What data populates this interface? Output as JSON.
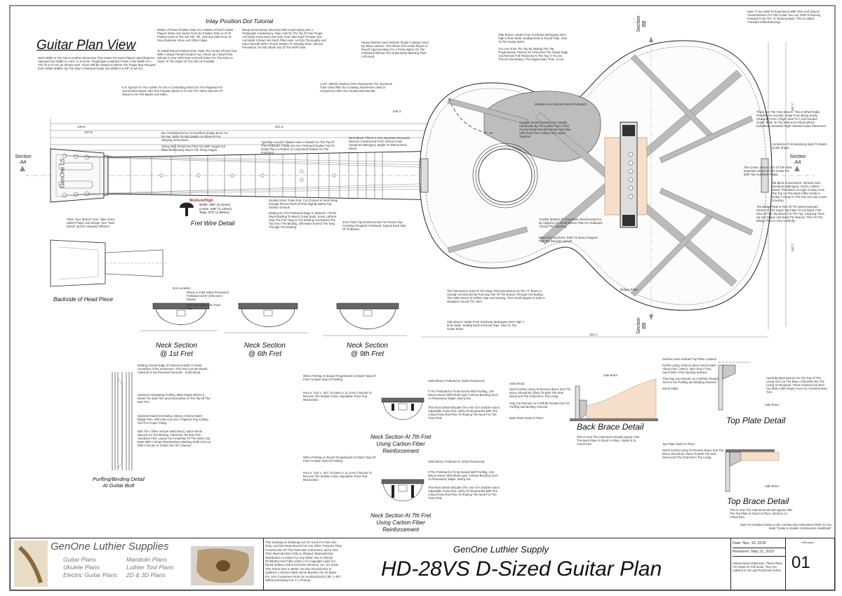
{
  "titles": {
    "plan_view": "Guitar Plan View",
    "inlay_tutorial": "Inlay Position Dot Tutorial",
    "fret_wire": "Fret Wire Detail",
    "backside_head": "Backside of Head Piece",
    "neck_1": "Neck Section",
    "neck_1b": "@ 1st Fret",
    "neck_6": "Neck Section",
    "neck_6b": "@ 6th Fret",
    "neck_9": "Neck Section",
    "neck_9b": "@ 9th Fret",
    "purfling": "Purfling/Binding Detail",
    "purfling_b": "At Guitar Butt",
    "neck_7a": "Neck Section At 7th Fret",
    "neck_7a_b": "Using Carbon Fiber",
    "neck_7a_c": "Reinforcement",
    "neck_7b": "Neck Section At 7th Fret",
    "neck_7b_b": "Using Carbon Fiber",
    "neck_7b_c": "Reinforcement",
    "back_brace": "Back Brace Detail",
    "top_plate": "Top Plate Detail",
    "top_brace": "Top Brace Detail"
  },
  "sections": {
    "aa_left": "Section AA",
    "aa_right": "Section AA",
    "bb_top": "Section BB",
    "bb_bottom": "Section BB"
  },
  "fret_wire": {
    "label": "Medium/High",
    "width": "Width .095\" (2.41mm)",
    "crown": "Crown .045\" (1.14mm)",
    "tang": "Tang .073\" (1.85mm)"
  },
  "dims": {
    "d1": "324.1",
    "d2": "187.7",
    "d3": "197.7",
    "d4": "645.2",
    "d5": "321.6",
    "d6": "139.5",
    "d7": "167.8"
  },
  "labels": {
    "headstock_brand": "GenOne LS",
    "bridge_plate": "Bridge Plate",
    "nut_location": "Nut Location"
  },
  "title_block": {
    "company": "GenOne Luthier Supplies",
    "links_left": [
      "Guitar Plans",
      "Ukulele Plans",
      "Electric Guitar Plans"
    ],
    "links_right": [
      "Mandolin Plans",
      "Luthier Tool Plans",
      "2D & 3D Plans"
    ],
    "notice": "This Drawing or Drawings Are To Used For One Use Only, And Not Reproduced For Any Other Purpose Than Construction Of The Particular Instrument, and a One Time Reproduction Only is Allowed. Reproduction, Distribution or Sales For Any Other Use Is Strictly Prohibited And Falls Under U.S Copyright Laws For David Veilleux Aldi & GenOne Services, Inc. (C) 2018. This Sheet Size Is Metric A0 Size Overall Size Is 1189mm x 841mm With 10mm Borders On All Sides. For USA Customers Print On Architectural E (36\" x 48\") Without Resizing For 1:1 Printout.",
    "supply": "GenOne Luthier Supply",
    "plan_name": "HD-28VS D-Sized Guitar Plan",
    "date": "Date: Nov. 15, 2018",
    "revisions": "Revisions: May 31, 2019",
    "unless": "Unless Noted Otherwise, These Plans Are Drawn to Full Scale, They Are Labeled in mm and Fractional Inches.",
    "sheet_no": "01",
    "author_tag": "HdDrsplan"
  },
  "notes": {
    "n_nut": "Neck Width At The Nut Is Another Dimension That Varies Per Each Players Specifications. Standard Nut Width Is 1-3/4\" or 44.4mm. Fingerstyle Guitarist's Prefer A Nut Width Of 1-7/8\" Or 47.6 mm as Shown Here. There Will Be Instances Where The Player May Request Even Wider Widths. By The Way A Classical Guitar Nut Width Is 2-1/8\" or 54 mm.",
    "n_peghead": "It Is Typical For The Luthier To Use A Contrasting Wood On The Peghead For Some Extra Detail. Also One Popular Option Is To Use The Same Species Of Wood As On The Backs And Sides.",
    "n_ivory": "Re-Constituted Ivory Or Excellent Quality Bone For the Nut. Refer To Nut Details on Sheet #4 For Shaping Dimensions.",
    "n_string": "String Slots Should Be Filed Out With Gaged Nut Files To Precisely Match The String Gages.",
    "n_inlay1": "Mother Of Pearl Position Dots Are A Matter Of Each Guitar Players Taste And Varies From No Position Dots At All To Position Dots At The 3rd, 5th, 7th, 12th and 15th Frets To Very Elaborate Vines And Other Inlays.",
    "n_inlay2": "To Install Round Position Dots, Mark The Center Of Each Dot With A Sharp Pointed Scratch Awl. Chuck Up A Brad Point Drill Bit In Your Drill Press And Drill Holes For The Dots As Close To The Depth Of The Dot As Possible.",
    "n_inlay3": "Mixup Some Epoxy Saw Dust With 5-part Epoxy Into A Toothpaste Consistency. Take A Bit On The Tip Of Your Finger And Work It Into Each Dot Hole. Now Take Each Position Dot And Work It Down Into Each Filled Hole. Let Dry Thoroughly And Sand Smooth With A Power Sander Or Sanding Stick. Special Precaution: Do Not Inhale Any Of The MOP Dust.",
    "n_radius": "1-1/2\" (38mm) Radius Circle Represents The Aluminum Tube Used With Our Cutaway Attachment Used In Conjunction With Our Heated Side Bender.",
    "n_dashed": "Heavy Dashed Lines Indicate Single Cutaway Used By Many Luthiers. This Allows The Guitar Player To Reach Approximately 3 to 4 Frets Higher On The Fretboard Without The Guitar Body Blocking Their Left Hand.",
    "n_side_braces": "Side Braces: Made From Honduras Mahogany 9mm High x 9mm Wide. Scallop Ends & Round Tops. Glue To The Guitar Sides.",
    "n_voice": "You Can Tune The Top By Making The Top Progressively Thinner As It Reaches The Guitar Edge And Remain Full Thickness At The Top. If You Do This Do Not Reduce The Edges More Than .5 mm.",
    "n_experiment": "Note: If You Wish To Experiment With Tone And Volume Characteristics For This Guitar You Can Shift All Bracing Forward From The \"X\" Bracing Back. This Is Called \"Forward Shifted Bracing\"",
    "n_tone": "These Are The Tone Braces. This Is What Really Prohibits An Acoustic Guitar From Being Easily Changed From A Right Hand To A Left-Handed Guitar. Refer To The Reference Photo Which Indicates a Standard Right Handed Guitar Placement.",
    "n_rosette": "Acoustic Guitar Rosettes Are Usually Handmade By The Luthier From Thick Around Small Wooden Drums And Glue With Push Pins Holding The Layers Together.",
    "n_pickguard": "Shaded Area Indicates Wood Pickguard",
    "n_neckblock": "Neck Block: This Is A Very Important Structural Element Constructed From Vertical Grain Honduras Mahogany, Maple Or Walnut Neck Wood.",
    "n_trussrod": "Double Action Truss Rod. Cut Channel In Neck Deep Enough Placed Flush Of Rod Slightly Below Top Surface of Neck.",
    "n_binding": "Binding On The Fretboard Edge Is Optional. I Prefer Wood Binding To Match Guitar Body. Some Luthiers Stop The Fret Tang At The Binding And Extend The Top Over The Binding, Otherwise Extend The Tang Through The Binding.",
    "n_radius_fb": "Typically Acoustic Guitars Have A Radius On The Top Of The Fretboard. Check Out Our Fretboard Radius Tool To Easily Place a Radius or Compound Radius On The Fretboard.",
    "n_3mm": "3mm Thick Top Reinforcement To Prevent Top Cracking Alongside Fretboard. Typical Each Side Of Fretboard.",
    "n_sound": "Another Method Of Soundhole Reinforcement Is By Applying (2) Small Braces That Are Scalloped Around The Opening.",
    "n_brace_key": "Brace Key Numbers: Refer To Brace Diagram Plan For Bracing Layouts",
    "n_bridge": "The Bridge Plate Is One Of The Most Important Pieces Of The Guitar Top Plate To Get Right. First Glue All The Top Braces To The Top, Cleaning Them Up And Shape And Sand The Braces. Then Fit The Bridge Plate In Very Carefully.",
    "n_xbrace": "The Intersection Joint Of The Major Structural Braces at The \"X\" Brace Is Usually Constructed By Running One Of The Braces Through And Butting The Other Brace On Either Side And Glueing. Then Cloth Dipped In Glue Is Wrapped Around The Joint.",
    "n_side_braces2": "Side Braces: Made From Honduras Mahogany 9mm High x 9mm Wide. Scallop Ends & Round Tops. Glue To The Guitar Sides.",
    "n_centerjoint": "Centerline Of All Backbody Back To Match Guitar Shape.",
    "n_tailblock": "Tail Block Is Butt Block. Vertical Grain Honduras Mahogany. Some Luthiers Shave This Block Or Angle It Away From The Top As This Block Often Grabs A Guitar A Hump In The Top And Can Cause Cracking.",
    "n_endgraft": "The Center Joint Is One Of The Most Important Joints On The Guitar For Both Top And Back Plates.",
    "n_headbrand": "Place Your \"Brand\" Here. Take Some Sketch Paper and Design Your \"Own Brand\" and be Uniquely Different",
    "n_ebony": "Ebony or East Indian Rosewood Fretboard w/16\" (406.4mm) Radius",
    "n_twoway": "Two-way Adjustable Truss Rod",
    "n_purf1": "Binding Around Edge of Instrument Built or Glued Centerline of the Instrument. This Trim Can Be Plastic, Celluloid or My Personal Favourite - Solid Wood.",
    "n_purf2": "Optional Contrasting Purfling. Miter Edges Where It Meets The Butt Trim and Discontinue At The Top Of The Butt Trim",
    "n_purf3": "Optional Guitar End Button. Ebony or Bone Match Bridge Pins. Drill Hole And Use A Tapered Peg-Cutting Tool For Proper Fitting.",
    "n_purf4": "Butt Trim: Often Vertical Solid Wood, Same Wood Species As The Binding. Fabricate The Butt Trim Sandwich First. Layout On Centerline Of The Sides And Mark With A Sharp Woodworkers Marking Knife And Cut With A Router or Chisel Out The Channel.",
    "n_cf1": "When Fretting An Bound Fingerboard Cut Back Tang Of Frets To Back Side Of Purfling.",
    "n_cf2": "Rout a .218\" x .437\" (5.54mm x 11.1mm) Channel To Receive The Double Action Adjustable Truss Rod Mechanism.",
    "n_cf3": "Solid Ebony Fretboard or Indian Rosewood.",
    "n_cf4": "If The Fretboard Is To Be Bound With Purfling, Use Wood Veneer With Multi-Layer Colored Bending Such As Rosewood, Maple, Ebony Etc.",
    "n_cf5": "This Neck Detail Indicates The Use Of A Double-Action Adjustable Truss Rod. Verify All Dimensions With The Actual Truss Rod Prior To Routing The Neck For The Truss Rod.",
    "n_bb1": "Side Brace",
    "n_bb2": "Solid Wood",
    "n_bb3": "Notch Kerfed Lining To Receive Brace End The Brace Should Be Glued To Both The Side Wood and The Channel In The Lining.",
    "n_bb4": "Gap Can Remain As It Will Be Routed Out For Purfling and Binding Channel.",
    "n_bb5": "Back Plate Glued In Place",
    "n_bb6": "This Is How The Instrument Should Appear After The Back Plate Is Glued In Place. Detail Is 2x Actual Size.",
    "n_tp1": "Dashed Lines Indicate Top Plate Location",
    "n_tp2": "Kerfed Lining: Extend Above Wood Sides About 1/32\" (.8mm). After Glue In Dry, Sand With A Flat Sanding Surface.",
    "n_tp3": "This Gap Can Remain As It Will Be Routed Out For the Purfling and Binding Channel.",
    "n_tp4": "Carefully Mark Braces On The Top Of The Lining And Cut The Brace Channels Into The Lining As Required. These Channel Are Best Cut With a Mini Router Such As A Dremel Roto Tool.",
    "n_tp5": "Wood Sides",
    "n_tp6": "Side Brace",
    "n_tb1": "Top Plate Glued In Place",
    "n_tb2": "Notch Kerfed Lining To Receive Brace End The Brace Should Be Glued To Both The Side Wood and The Channel In The Lining.",
    "n_tb3": "Side Brace",
    "n_tb4": "This Is How The Instrument Should Appear After The Top Plate Is Glued In Place. Detail Is 2x Actual Size.",
    "n_handbook": "Note For Detailed Guitar & Uke Construction Instructions Refer To Our Book \"Guitar & Ukulele Construction Handbook\""
  }
}
